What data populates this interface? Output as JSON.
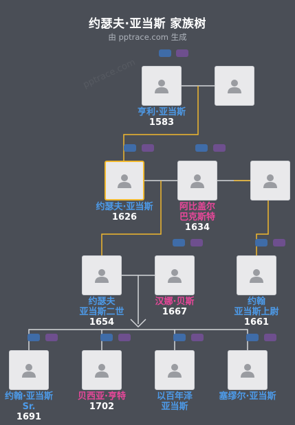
{
  "header": {
    "title": "约瑟夫·亚当斯 家族树",
    "subtitle": "由 pptrace.com 生成",
    "watermark": "pptrace.com"
  },
  "colors": {
    "background": "#4a4e56",
    "connector": "#f1b92e",
    "connector_plain": "#d6d8dc",
    "male": "#4d9ae8",
    "female": "#e9479a",
    "badge_blue": "#3f6ca8",
    "badge_purple": "#6e4f8e"
  },
  "people": [
    {
      "id": "henry",
      "lines": [
        "亨利·亚当斯"
      ],
      "year": "1583",
      "gender": "male",
      "icon": "person-placeholder-icon"
    },
    {
      "id": "henry-spouse",
      "lines": [],
      "year": "",
      "gender": "unknown",
      "icon": "person-placeholder-icon"
    },
    {
      "id": "joseph",
      "lines": [
        "约瑟夫·亚当斯"
      ],
      "year": "1626",
      "gender": "male",
      "selected": true,
      "icon": "person-placeholder-icon"
    },
    {
      "id": "abigail",
      "lines": [
        "阿比盖尔",
        "巴克斯特"
      ],
      "year": "1634",
      "gender": "female",
      "icon": "person-placeholder-icon"
    },
    {
      "id": "abigail-spouse",
      "lines": [],
      "year": "",
      "gender": "unknown",
      "icon": "person-placeholder-icon"
    },
    {
      "id": "joseph2",
      "lines": [
        "约瑟夫",
        "亚当斯二世"
      ],
      "year": "1654",
      "gender": "male",
      "icon": "person-placeholder-icon"
    },
    {
      "id": "hannah",
      "lines": [
        "汉娜·贝斯"
      ],
      "year": "1667",
      "gender": "female",
      "icon": "person-placeholder-icon"
    },
    {
      "id": "john-capt",
      "lines": [
        "约翰",
        "亚当斯上尉"
      ],
      "year": "1661",
      "gender": "male",
      "icon": "person-placeholder-icon"
    },
    {
      "id": "john-sr",
      "lines": [
        "约翰·亚当斯",
        "Sr."
      ],
      "year": "1691",
      "gender": "male",
      "icon": "person-placeholder-icon"
    },
    {
      "id": "bethia",
      "lines": [
        "贝西亚·亨特"
      ],
      "year": "1702",
      "gender": "female",
      "icon": "person-placeholder-icon"
    },
    {
      "id": "ebenezer",
      "lines": [
        "以百年泽",
        "亚当斯"
      ],
      "year": "",
      "gender": "male",
      "icon": "person-placeholder-icon"
    },
    {
      "id": "samuel",
      "lines": [
        "塞缪尔·亚当斯"
      ],
      "year": "",
      "gender": "male",
      "icon": "person-placeholder-icon"
    }
  ]
}
